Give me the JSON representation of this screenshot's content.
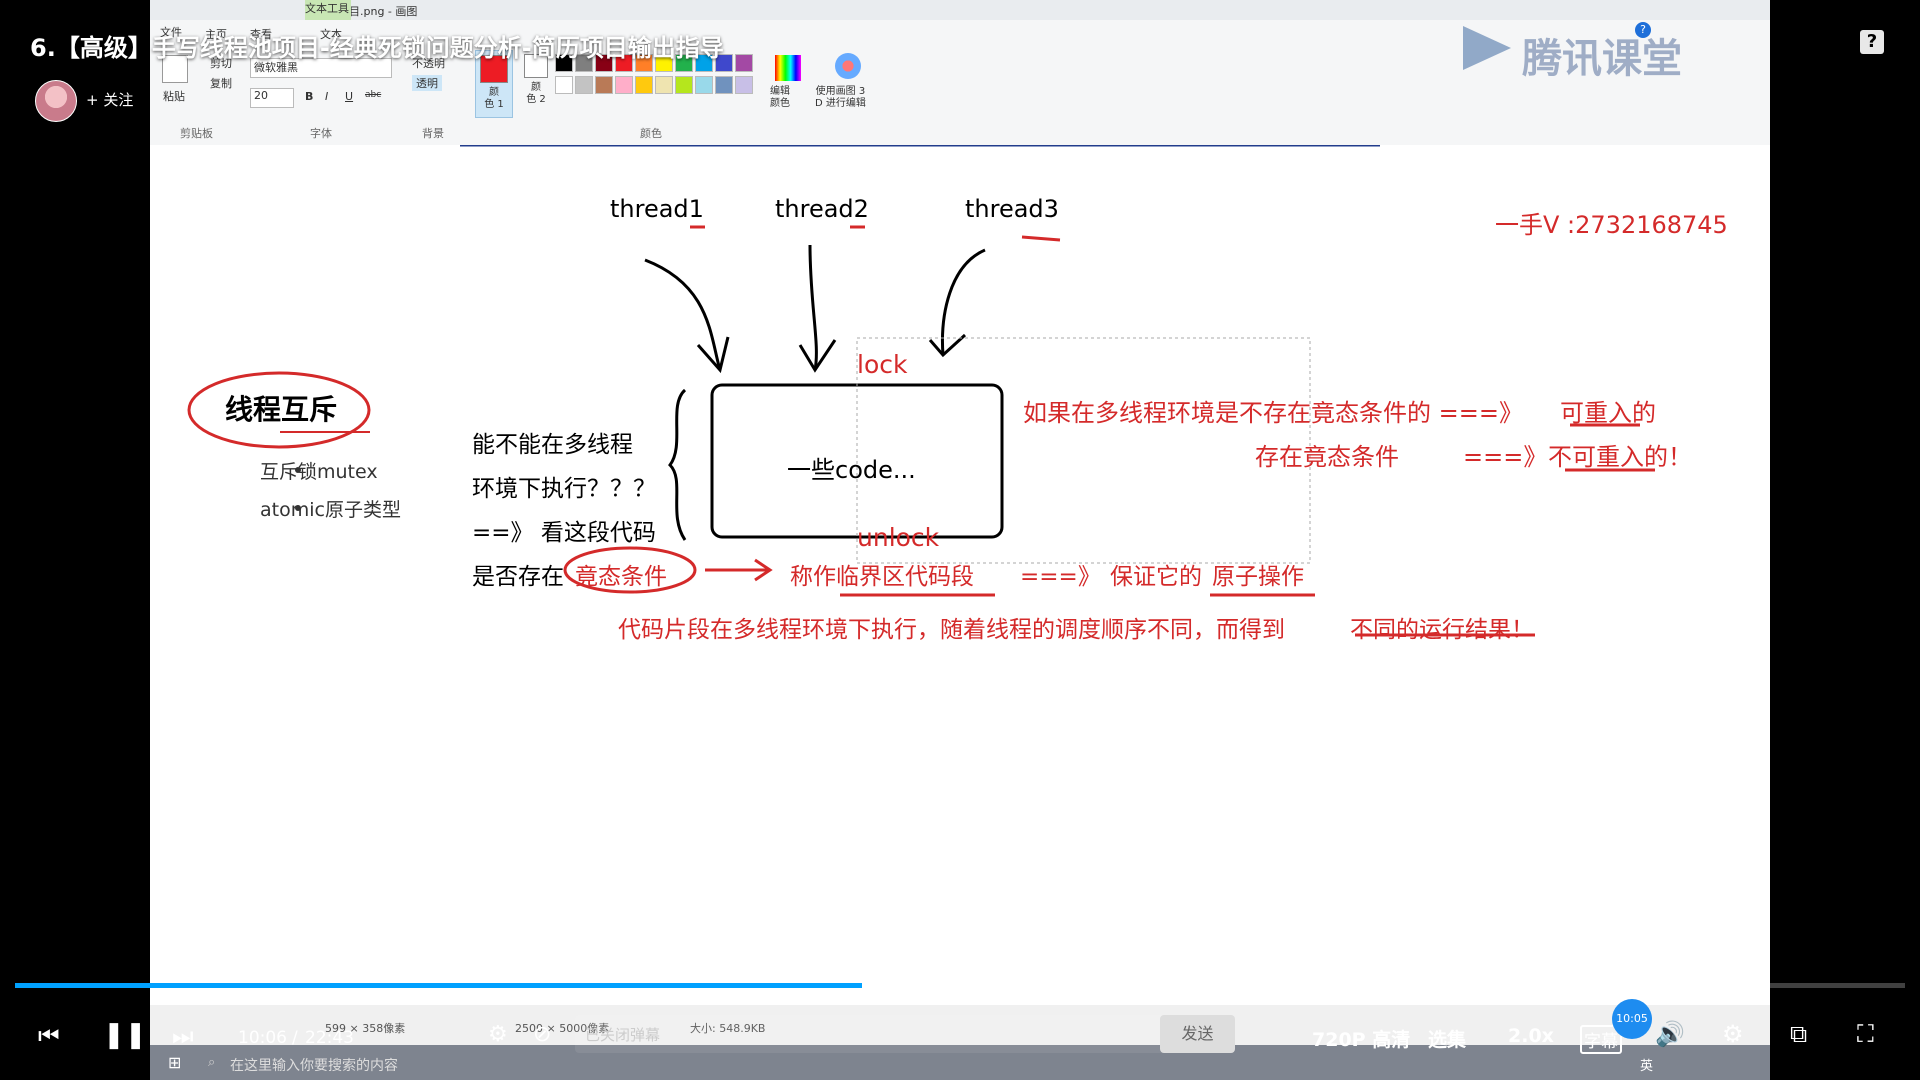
{
  "player": {
    "title": "6.【高级】手写线程池项目-经典死锁问题分析-简历项目输出指导",
    "follow_label": "+ 关注",
    "help_symbol": "?",
    "time_current": "10:06",
    "time_separator": "/",
    "time_total": "22:43",
    "progress": 0.448,
    "danmaku_status": "已关闭弹幕",
    "send_label": "发送",
    "quality_label": "720P 高清",
    "episodes_label": "选集",
    "speed_label": "2.0x",
    "subtitle_label": "字幕",
    "badge_time": "10:05",
    "brand_watermark": "腾讯课堂"
  },
  "paint": {
    "window_title": "线程池项目.png - 画图",
    "contextual_tab": "文本工具",
    "tabs": [
      "文件",
      "主页",
      "查看",
      "文本"
    ],
    "clipboard": {
      "paste": "粘贴",
      "cut": "剪切",
      "copy": "复制",
      "label": "剪贴板"
    },
    "font": {
      "name": "微软雅黑",
      "size": "20",
      "label": "字体"
    },
    "background": {
      "opaque": "不透明",
      "transparent": "透明",
      "label": "背景"
    },
    "colors": {
      "color1": "颜\n色 1",
      "color2": "颜\n色 2",
      "edit": "编辑\n颜色",
      "paint3d": "使用画图 3\nD 进行编辑",
      "label": "颜色",
      "palette": [
        "#000000",
        "#7f7f7f",
        "#880015",
        "#ed1c24",
        "#ff7f27",
        "#fff200",
        "#22b14c",
        "#00a2e8",
        "#3f48cc",
        "#a349a4",
        "#ffffff",
        "#c3c3c3",
        "#b97a57",
        "#ffaec9",
        "#ffc90e",
        "#efe4b0",
        "#b5e61d",
        "#99d9ea",
        "#7092be",
        "#c8bfe7"
      ]
    },
    "status": {
      "dimensions": "599 × 358像素",
      "size_zoom": "2500 × 5000像素",
      "file_size": "大小: 548.9KB"
    }
  },
  "canvas": {
    "threads": [
      "thread1",
      "thread2",
      "thread3"
    ],
    "contact": "一手V :2732168745",
    "mutex_title": "线程互斥",
    "bullets": [
      "互斥锁mutex",
      "atomic原子类型"
    ],
    "question_lines": [
      "能不能在多线程",
      "环境下执行？？？",
      "==》 看这段代码",
      "是否存在"
    ],
    "race_condition": "竟态条件",
    "lock": "lock",
    "unlock": "unlock",
    "code_box": "一些code...",
    "reentrant_line1_a": "如果在多线程环境是不存在竟态条件的 ===》",
    "reentrant_line1_b": "可重入的",
    "reentrant_line2_a": "存在竟态条件",
    "reentrant_line2_arrow": "===》",
    "reentrant_line2_b": "不可重入的！",
    "critical_a": "称作临界区代码段",
    "critical_arrow": "===》",
    "critical_b": "保证它的",
    "critical_c": "原子操作",
    "summary_a": "代码片段在多线程环境下执行，随着线程的调度顺序不同，而得到",
    "summary_b": "不同的运行结果！"
  },
  "taskbar": {
    "search_placeholder": "在这里输入你要搜索的内容",
    "ime": "英"
  }
}
